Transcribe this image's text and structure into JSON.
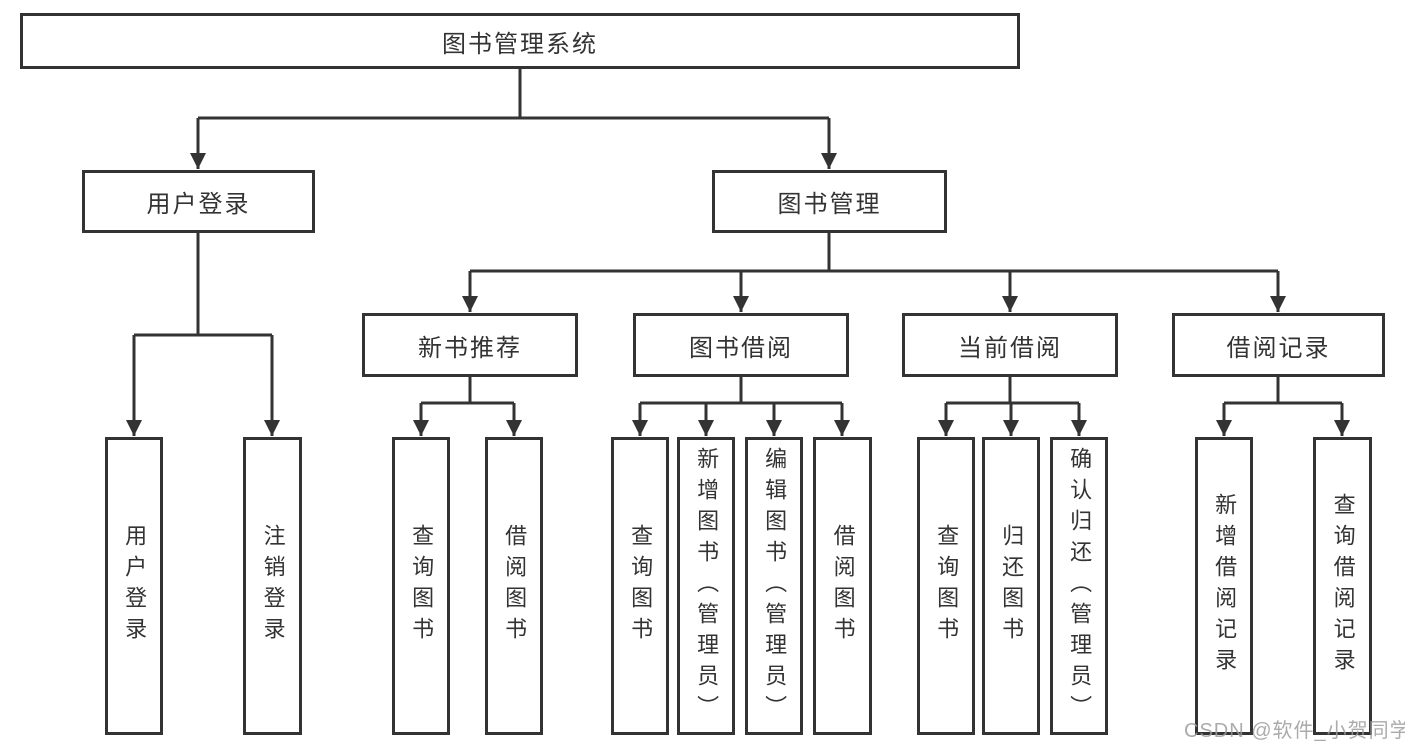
{
  "tree": {
    "root": {
      "label": "图书管理系统"
    },
    "login": {
      "label": "用户登录",
      "children": [
        {
          "label": "用户登录"
        },
        {
          "label": "注销登录"
        }
      ]
    },
    "mgmt": {
      "label": "图书管理",
      "groups": [
        {
          "label": "新书推荐",
          "children": [
            {
              "label": "查询图书"
            },
            {
              "label": "借阅图书"
            }
          ]
        },
        {
          "label": "图书借阅",
          "children": [
            {
              "label": "查询图书"
            },
            {
              "label": "新增图书（管理员）"
            },
            {
              "label": "编辑图书（管理员）"
            },
            {
              "label": "借阅图书"
            }
          ]
        },
        {
          "label": "当前借阅",
          "children": [
            {
              "label": "查询图书"
            },
            {
              "label": "归还图书"
            },
            {
              "label": "确认归还（管理员）"
            }
          ]
        },
        {
          "label": "借阅记录",
          "children": [
            {
              "label": "新增借阅记录"
            },
            {
              "label": "查询借阅记录"
            }
          ]
        }
      ]
    }
  },
  "watermark": {
    "text": "CSDN @软件_小贺同学"
  },
  "colors": {
    "line": "#333333",
    "text": "#333333",
    "background": "#ffffff",
    "watermark": "#9c9c9c"
  }
}
